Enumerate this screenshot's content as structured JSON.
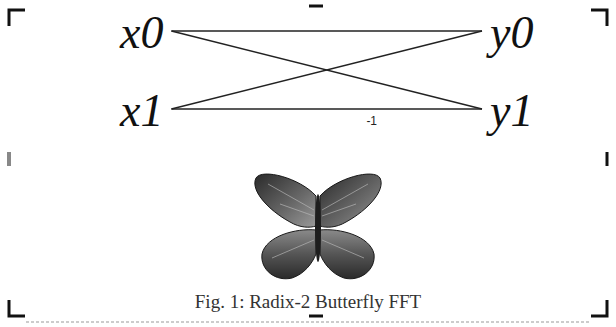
{
  "diagram": {
    "caption": "Fig. 1: Radix-2 Butterfly FFT",
    "nodes": [
      {
        "text": [
          "x0"
        ]
      },
      {
        "text": [
          "y0"
        ]
      },
      {
        "text": [
          "x1"
        ]
      },
      {
        "text": [
          "y1"
        ]
      }
    ],
    "edges": [
      {
        "from": 0,
        "to": 1,
        "arrow": "none"
      },
      {
        "from": 0,
        "to": 3,
        "arrow": "none"
      },
      {
        "from": 2,
        "to": 1,
        "arrow": "none"
      },
      {
        "from": 2,
        "to": 3,
        "label": "-1",
        "arrow": "none"
      }
    ]
  }
}
